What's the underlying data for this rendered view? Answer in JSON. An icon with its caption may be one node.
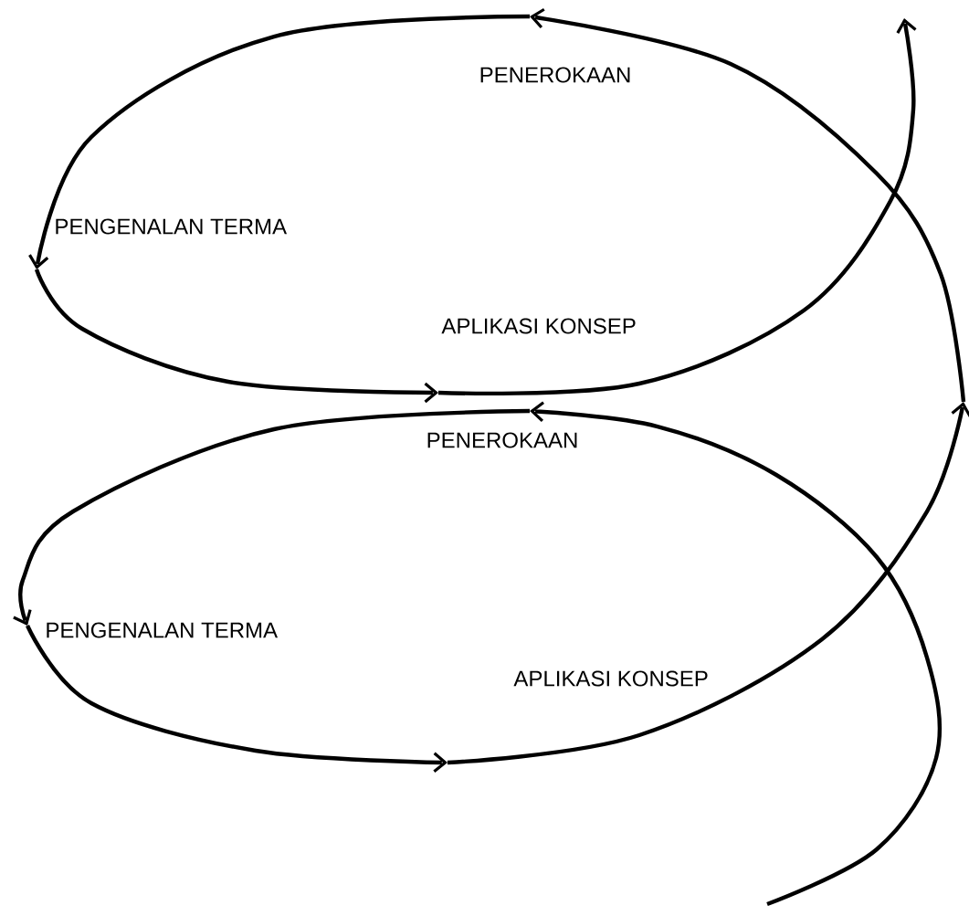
{
  "diagram": {
    "labels": [
      "PENEROKAAN",
      "PENGENALAN TERMA",
      "APLIKASI KONSEP",
      "PENEROKAAN",
      "PENGENALAN TERMA",
      "APLIKASI KONSEP"
    ]
  }
}
